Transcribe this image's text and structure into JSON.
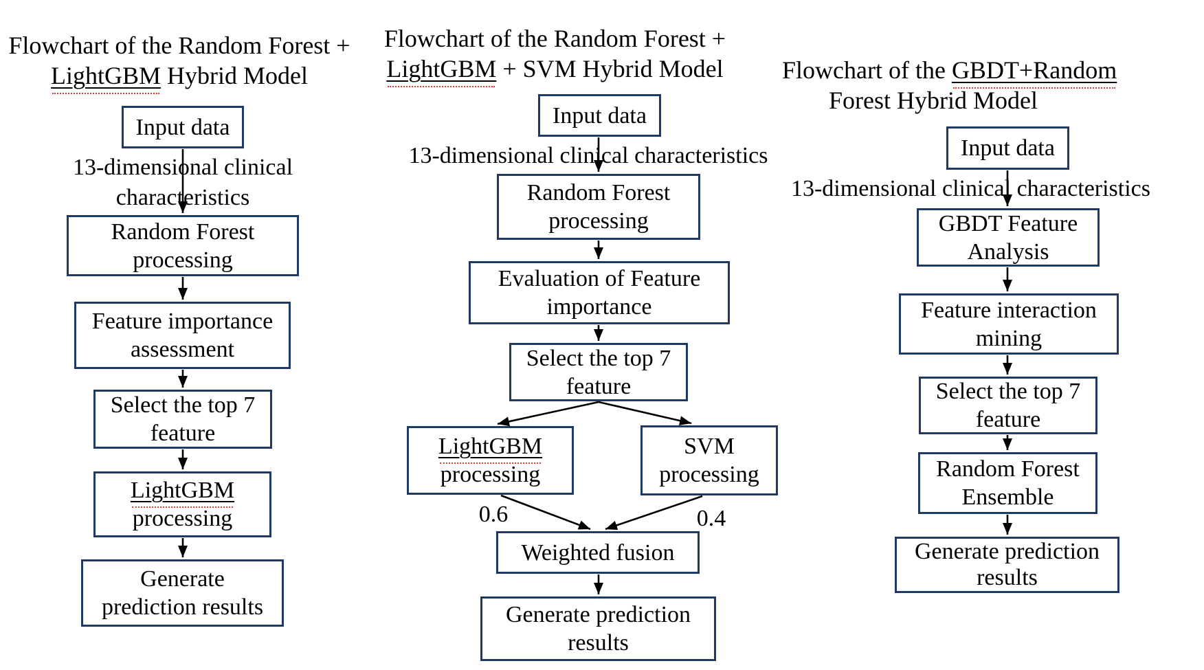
{
  "colors": {
    "box_border": "#1f3864",
    "text": "#000000",
    "spellcheck_underline": "#e03b2e"
  },
  "left": {
    "title1": "Flowchart of the Random Forest +",
    "title2_u": "LightGBM",
    "title2_rest": " Hybrid Model",
    "input": "Input data",
    "note1": "13-dimensional clinical",
    "note2": "characteristics",
    "rf1": "Random Forest",
    "rf2": "processing",
    "fia1": "Feature importance",
    "fia2": "assessment",
    "sel1": "Select the top 7",
    "sel2": "feature",
    "lgbm1": "LightGBM",
    "lgbm2": "processing",
    "gen1": "Generate",
    "gen2": "prediction results"
  },
  "middle": {
    "title1": "Flowchart of the Random Forest +",
    "title2_u": "LightGBM",
    "title2_rest": " + SVM Hybrid Model",
    "input": "Input data",
    "note": "13-dimensional clinical characteristics",
    "rf1": "Random Forest",
    "rf2": "processing",
    "eval1": "Evaluation of Feature",
    "eval2": "importance",
    "sel1": "Select the top 7",
    "sel2": "feature",
    "lgbm1": "LightGBM",
    "lgbm2": "processing",
    "svm1": "SVM",
    "svm2": "processing",
    "weight_left": "0.6",
    "weight_right": "0.4",
    "fusion": "Weighted fusion",
    "gen1": "Generate prediction",
    "gen2": "results"
  },
  "right": {
    "title1_pre": "Flowchart of the ",
    "title1_u": "GBDT+Random",
    "title2": "Forest Hybrid Model",
    "input": "Input data",
    "note": "13-dimensional clinical characteristics",
    "gbdt1": "GBDT Feature",
    "gbdt2": "Analysis",
    "fim1": "Feature interaction",
    "fim2": "mining",
    "sel1": "Select the top 7",
    "sel2": "feature",
    "rfe1": "Random Forest",
    "rfe2": "Ensemble",
    "gen1": "Generate prediction",
    "gen2": "results"
  }
}
